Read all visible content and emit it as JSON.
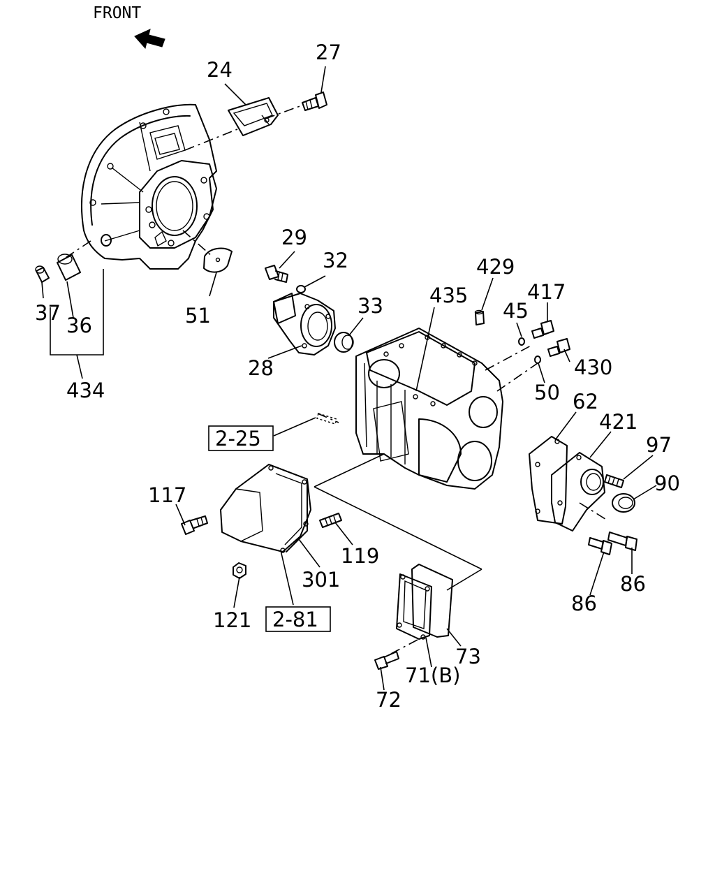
{
  "diagram": {
    "front_label": "FRONT",
    "labels": {
      "p27": "27",
      "p24": "24",
      "p29": "29",
      "p32": "32",
      "p429": "429",
      "p33": "33",
      "p435": "435",
      "p45": "45",
      "p417": "417",
      "p51": "51",
      "p37": "37",
      "p36": "36",
      "p434": "434",
      "p28": "28",
      "p430": "430",
      "p50": "50",
      "p62": "62",
      "p421": "421",
      "p97": "97",
      "p90": "90",
      "p117": "117",
      "p119": "119",
      "p301": "301",
      "p121": "121",
      "p86a": "86",
      "p86b": "86",
      "p73": "73",
      "p71b": "71(B)",
      "p72": "72"
    },
    "ref_boxes": {
      "ref_2_25": "2-25",
      "ref_2_81": "2-81"
    }
  }
}
